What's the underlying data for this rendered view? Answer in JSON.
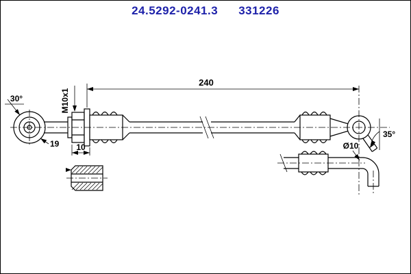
{
  "header": {
    "part_number": "24.5292-0241.3",
    "reference_number": "331226"
  },
  "colors": {
    "accent_blue": "#1e22aa",
    "line_black": "#000000",
    "background": "#ffffff"
  },
  "dimensions": {
    "hose_length": "240",
    "thread_spec": "M10x1",
    "left_angle": "30°",
    "left_eye_size": "19",
    "fitting_length": "10",
    "tube_diameter": "Ø10",
    "right_angle": "35°"
  }
}
